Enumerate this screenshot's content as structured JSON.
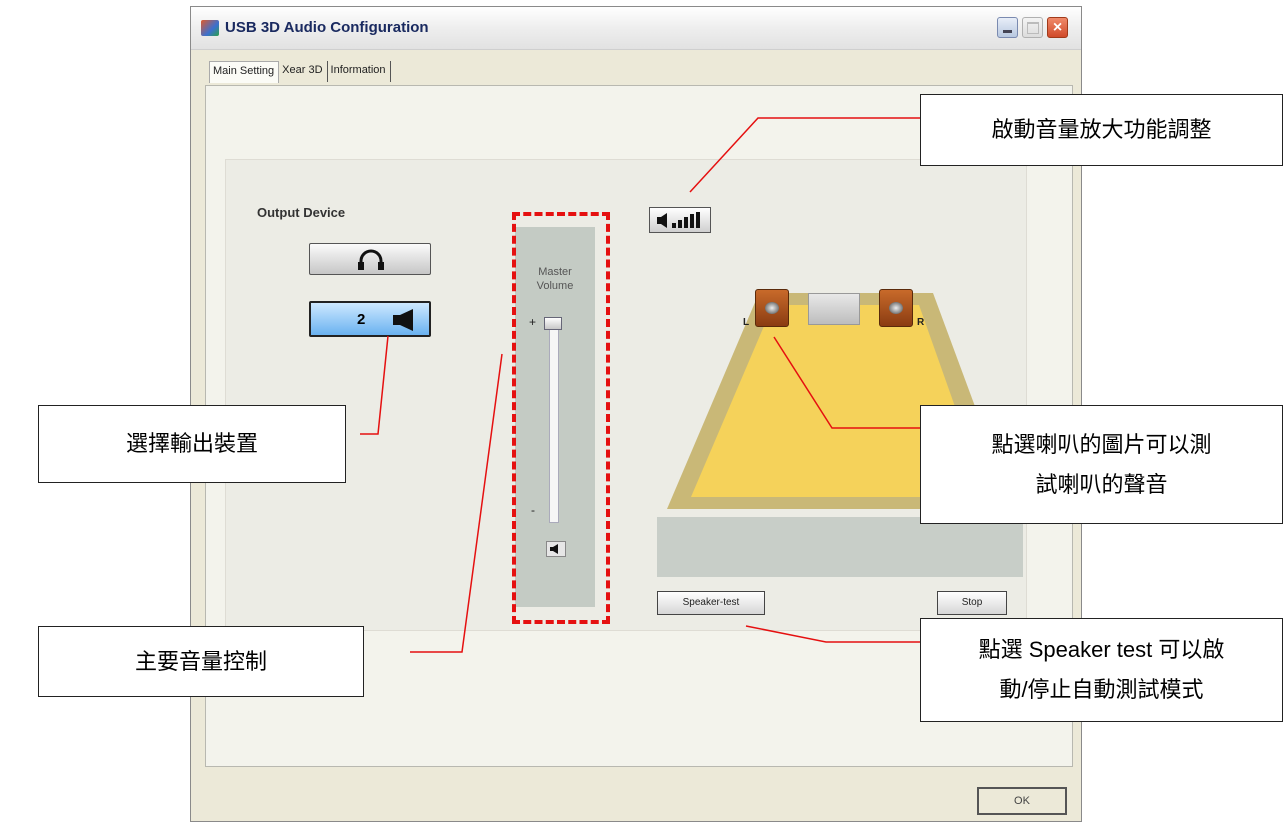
{
  "window": {
    "title": "USB 3D Audio Configuration",
    "close_glyph": "×",
    "tabs": [
      "Main Setting",
      "Xear 3D",
      "Information"
    ],
    "active_tab": "Main Setting"
  },
  "output_device": {
    "label": "Output Device",
    "headphone_icon": "headphone-icon",
    "speaker_count": "2",
    "speaker_icon": "speaker-icon"
  },
  "master_volume": {
    "label_line1": "Master",
    "label_line2": "Volume",
    "plus": "+",
    "minus": "-",
    "level": 1.0
  },
  "speakers": {
    "left_label": "L",
    "right_label": "R"
  },
  "buttons": {
    "speaker_test": "Speaker-test",
    "stop": "Stop",
    "ok": "OK"
  },
  "annotations": {
    "volume_boost": "啟動音量放大功能調整",
    "select_output": "選擇輸出裝置",
    "speaker_click_line1": "點選喇叭的圖片可以測",
    "speaker_click_line2": "試喇叭的聲音",
    "master_volume": "主要音量控制",
    "speaker_test_line1": "點選 Speaker test 可以啟",
    "speaker_test_line2": "動/停止自動測試模式"
  },
  "colors": {
    "annotation_line": "#e51010",
    "stage_yellow": "#f5d25a",
    "stage_rim": "#c9b877"
  }
}
